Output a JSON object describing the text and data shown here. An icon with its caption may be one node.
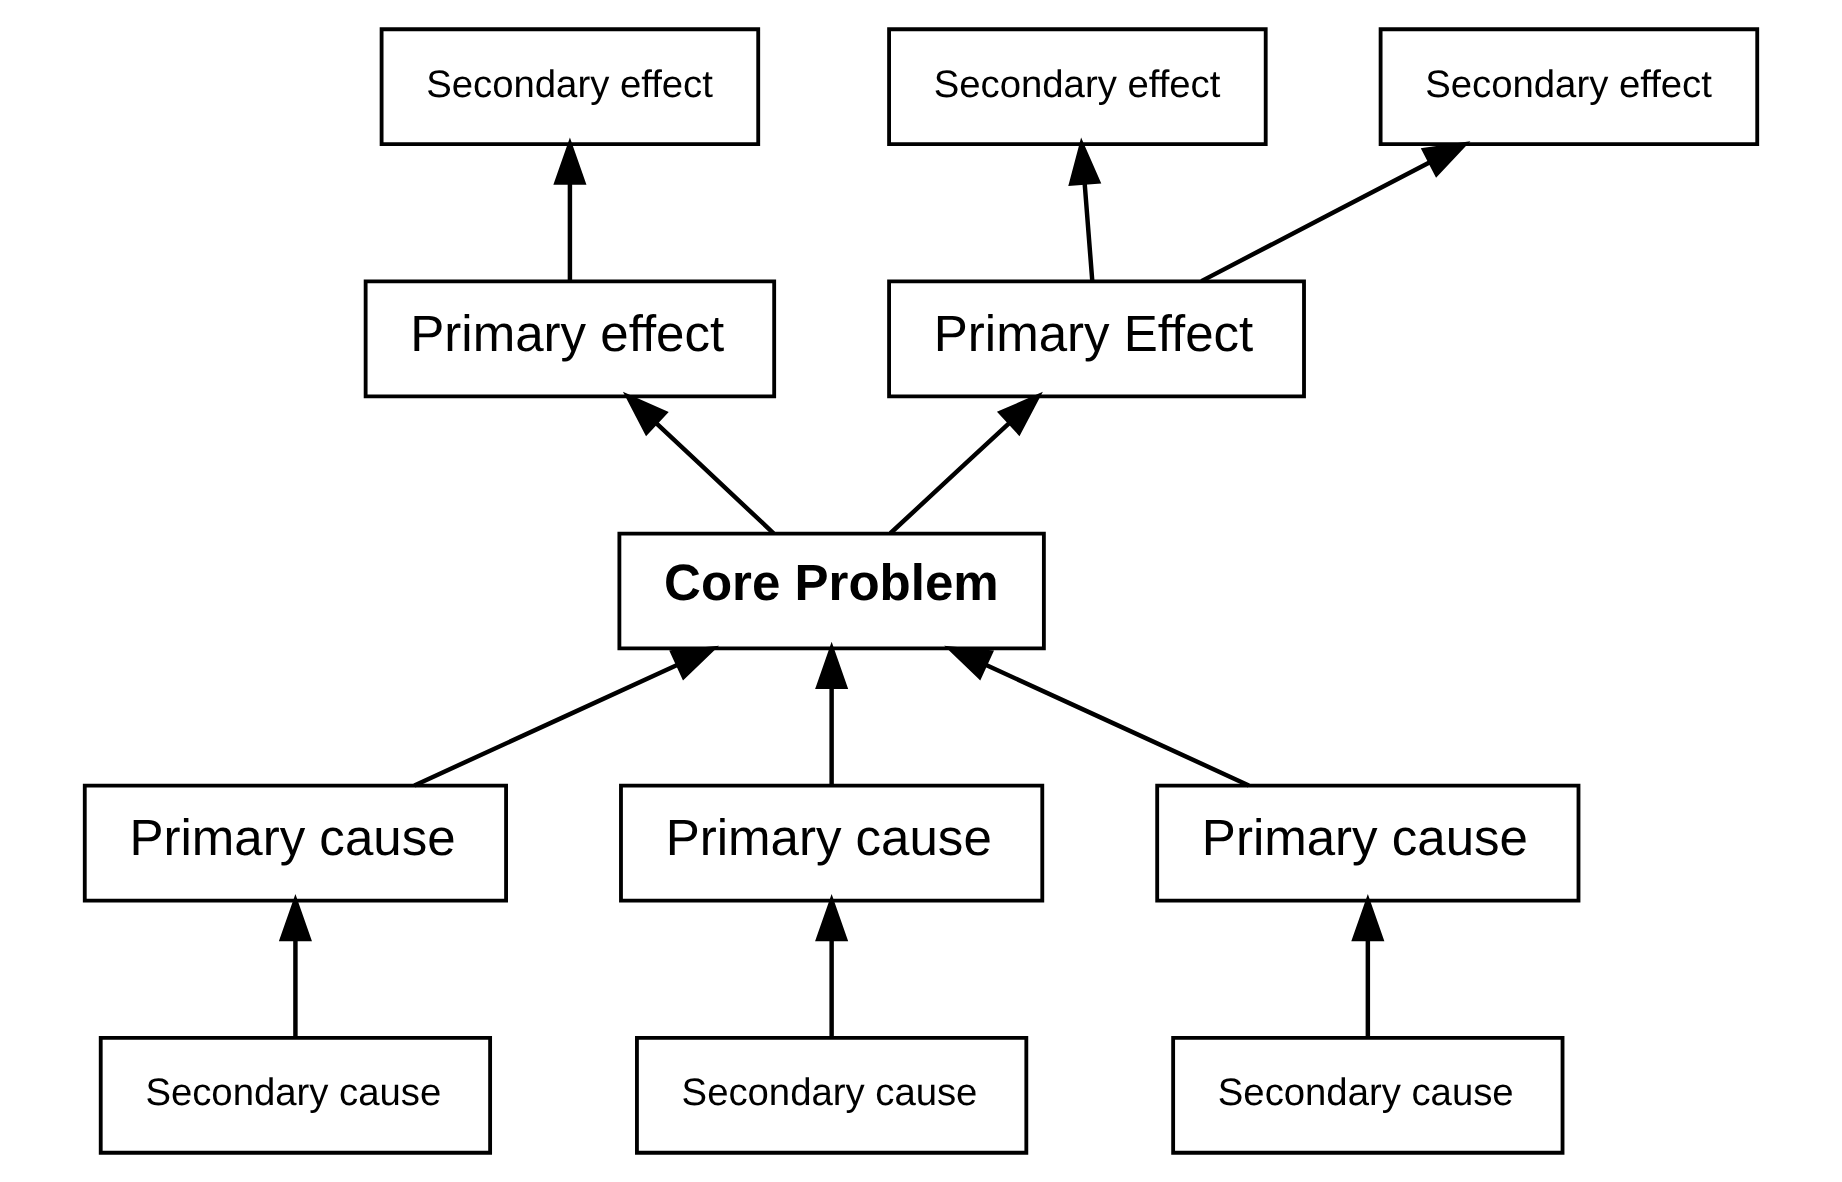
{
  "diagram": {
    "nodes": [
      {
        "text": [
          "Secondary effect"
        ]
      },
      {
        "text": [
          "Secondary effect"
        ]
      },
      {
        "text": [
          "Secondary effect"
        ]
      },
      {
        "text": [
          "Primary effect"
        ]
      },
      {
        "text": [
          "Primary Effect"
        ]
      },
      {
        "text": [
          "Core Problem"
        ]
      },
      {
        "text": [
          "Primary cause"
        ]
      },
      {
        "text": [
          "Primary cause"
        ]
      },
      {
        "text": [
          "Primary cause"
        ]
      },
      {
        "text": [
          "Secondary cause"
        ]
      },
      {
        "text": [
          "Secondary cause"
        ]
      },
      {
        "text": [
          "Secondary cause"
        ]
      }
    ],
    "edges": [
      {
        "from": 3,
        "to": 0,
        "arrow": "to"
      },
      {
        "from": 4,
        "to": 1,
        "arrow": "to"
      },
      {
        "from": 4,
        "to": 2,
        "arrow": "to"
      },
      {
        "from": 5,
        "to": 3,
        "arrow": "to"
      },
      {
        "from": 5,
        "to": 4,
        "arrow": "to"
      },
      {
        "from": 6,
        "to": 5,
        "arrow": "to"
      },
      {
        "from": 7,
        "to": 5,
        "arrow": "to"
      },
      {
        "from": 8,
        "to": 5,
        "arrow": "to"
      },
      {
        "from": 9,
        "to": 6,
        "arrow": "to"
      },
      {
        "from": 10,
        "to": 7,
        "arrow": "to"
      },
      {
        "from": 11,
        "to": 8,
        "arrow": "to"
      }
    ]
  }
}
